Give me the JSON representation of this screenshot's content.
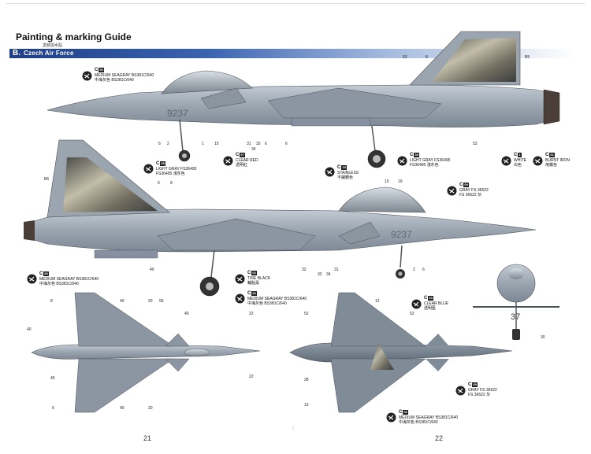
{
  "header": {
    "title": "Painting & marking Guide",
    "subtitle": "塗裝與水貼",
    "section_letter": "B.",
    "section_name": "Czech Air Force"
  },
  "pages": {
    "left": "21",
    "right": "22"
  },
  "aircraft": {
    "tail_code": "9237",
    "nose_code": "37"
  },
  "callouts": {
    "medium_seagray_top": {
      "code": "C",
      "num": "06",
      "lines": [
        "MEDIUM SEAGRAY BS381C/640",
        "中海灰色 BS381C/640"
      ]
    },
    "clear_red": {
      "code": "C",
      "num": "07",
      "lines": [
        "CLEAR RED",
        "透明紅"
      ]
    },
    "light_gray_top": {
      "code": "C",
      "num": "08",
      "lines": [
        "LIGHT GRAY FS36495",
        "FS36495 淺灰色"
      ]
    },
    "white": {
      "code": "C",
      "num": "1",
      "lines": [
        "WHITE",
        "白色"
      ]
    },
    "burnt_iron": {
      "code": "C",
      "num": "61",
      "lines": [
        "BURNT IRON",
        "燒鐵色"
      ]
    },
    "light_gray_left": {
      "code": "C",
      "num": "08",
      "lines": [
        "LIGHT GRAY FS36495",
        "FS36495 淺灰色"
      ]
    },
    "stainless": {
      "code": "C",
      "num": "18",
      "lines": [
        "STAINLESS",
        "不鏽鋼色"
      ]
    },
    "gray_fs36622_top": {
      "code": "C",
      "num": "09",
      "lines": [
        "GRAY FS 36622",
        "FS 36622 灰"
      ]
    },
    "medium_seagray_left": {
      "code": "C",
      "num": "06",
      "lines": [
        "MEDIUM SEAGRAY BS381C/640",
        "中海灰色 BS381C/640"
      ]
    },
    "tire_black": {
      "code": "C",
      "num": "02",
      "lines": [
        "TIRE BLACK",
        "輪胎黑"
      ]
    },
    "medium_seagray_mid": {
      "code": "C",
      "num": "06",
      "lines": [
        "MEDIUM SEAGRAY BS381C/640",
        "中海灰色 BS381C/640"
      ]
    },
    "clear_blue": {
      "code": "C",
      "num": "03",
      "lines": [
        "CLEAR BLUE",
        "透明藍"
      ]
    },
    "gray_fs36622_bottom": {
      "code": "C",
      "num": "09",
      "lines": [
        "GRAY FS 36622",
        "FS 36622 灰"
      ]
    },
    "medium_seagray_bottom": {
      "code": "C",
      "num": "06",
      "lines": [
        "MEDIUM SEAGRAY BS381C/640",
        "中海灰色 BS381C/640"
      ]
    }
  },
  "numbers": {
    "n53a": "53",
    "n8a": "8",
    "n85": "B5",
    "n6a": "6",
    "n2a": "2",
    "n1a": "1",
    "n15": "15",
    "n31a": "31",
    "n33": "33",
    "n6b": "6",
    "n34": "34",
    "n6c": "6",
    "n53b": "53",
    "n86": "B6",
    "n6d": "6",
    "n8b": "8",
    "n10": "10",
    "n19": "19",
    "n40a": "40",
    "n32a": "32",
    "n32b": "32",
    "n34b": "34",
    "n31b": "31",
    "n2b": "2",
    "n6e": "6",
    "n8c": "8",
    "n40b": "40",
    "n20a": "20",
    "n56": "56",
    "n40c": "40",
    "n22a": "22",
    "n40d": "40",
    "n40e": "40",
    "n9": "9",
    "n40f": "40",
    "n20b": "20",
    "n22b": "22",
    "n12": "12",
    "n52a": "52",
    "n52b": "52",
    "n28": "28",
    "n13": "13",
    "n30": "30"
  }
}
